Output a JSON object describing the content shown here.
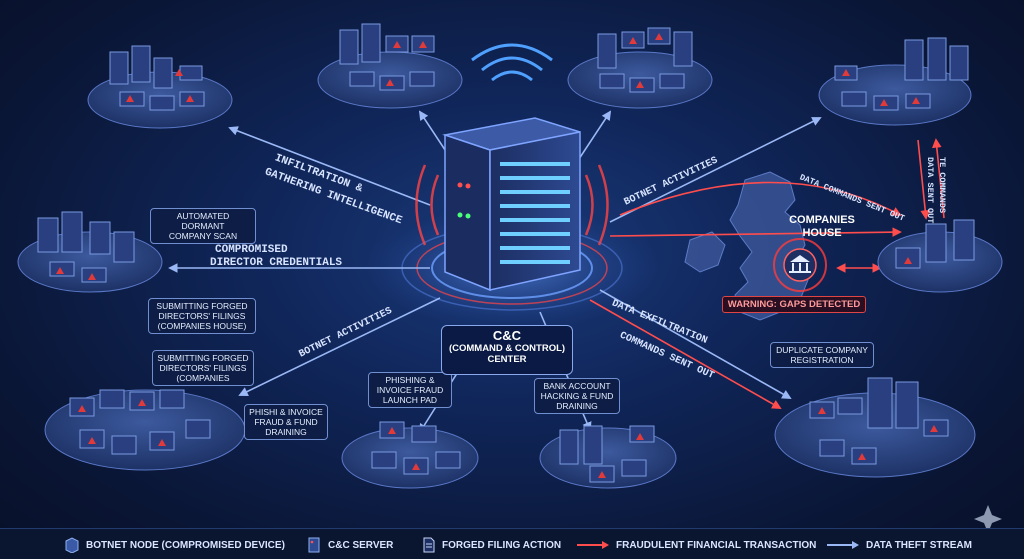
{
  "center": {
    "title": "C&C",
    "subtitle": "(COMMAND & CONTROL)",
    "subtitle2": "CENTER"
  },
  "companies_house": {
    "line1": "COMPANIES",
    "line2": "HOUSE",
    "warning": "WARNING: GAPS DETECTED"
  },
  "flows": {
    "infiltration": "INFILTRATION &",
    "infiltration2": "GATHERING INTELLIGENCE",
    "compromised": "COMPROMISED",
    "compromised2": "DIRECTOR CREDENTIALS",
    "botnet_left": "BOTNET ACTIVITIES",
    "botnet_right": "BOTNET ACTIVITIES",
    "data_commands": "DATA COMMANDS SENT OUT",
    "data_exfil": "DATA EXFILTRATION",
    "commands_out": "COMMANDS SENT OUT",
    "te_commands": "TE COMMANDS",
    "data_sent_out": "DATA SENT OUT"
  },
  "boxes": {
    "dormant": [
      "AUTOMATED DORMANT",
      "COMPANY SCAN"
    ],
    "forged1": [
      "SUBMITTING FORGED",
      "DIRECTORS' FILINGS",
      "(COMPANIES HOUSE)"
    ],
    "forged2": [
      "SUBMITTING FORGED",
      "DIRECTORS' FILINGS",
      "(COMPANIES"
    ],
    "phishing_left": [
      "PHISHI & INVOICE",
      "FRAUD & FUND",
      "DRAINING"
    ],
    "phishing_center": [
      "PHISHING &",
      "INVOICE FRAUD",
      "LAUNCH PAD"
    ],
    "bank": [
      "BANK ACCOUNT",
      "HACKING & FUND",
      "DRAINING"
    ],
    "duplicate": [
      "DUPLICATE COMPANY",
      "REGISTRATION"
    ]
  },
  "legend": [
    {
      "icon": "botnet-node-icon",
      "label": "BOTNET NODE (COMPROMISED DEVICE)"
    },
    {
      "icon": "cc-server-icon",
      "label": "C&C SERVER"
    },
    {
      "icon": "forged-filing-icon",
      "label": "FORGED FILING ACTION"
    },
    {
      "icon": "fraud-arrow-icon",
      "label": "FRAUDULENT FINANCIAL TRANSACTION"
    },
    {
      "icon": "theft-arrow-icon",
      "label": "DATA THEFT STREAM"
    }
  ],
  "colors": {
    "threat": "#e03a3a",
    "stream": "#8fb0f0",
    "node": "#3a5aa8",
    "bg": "#0b1a3d"
  }
}
